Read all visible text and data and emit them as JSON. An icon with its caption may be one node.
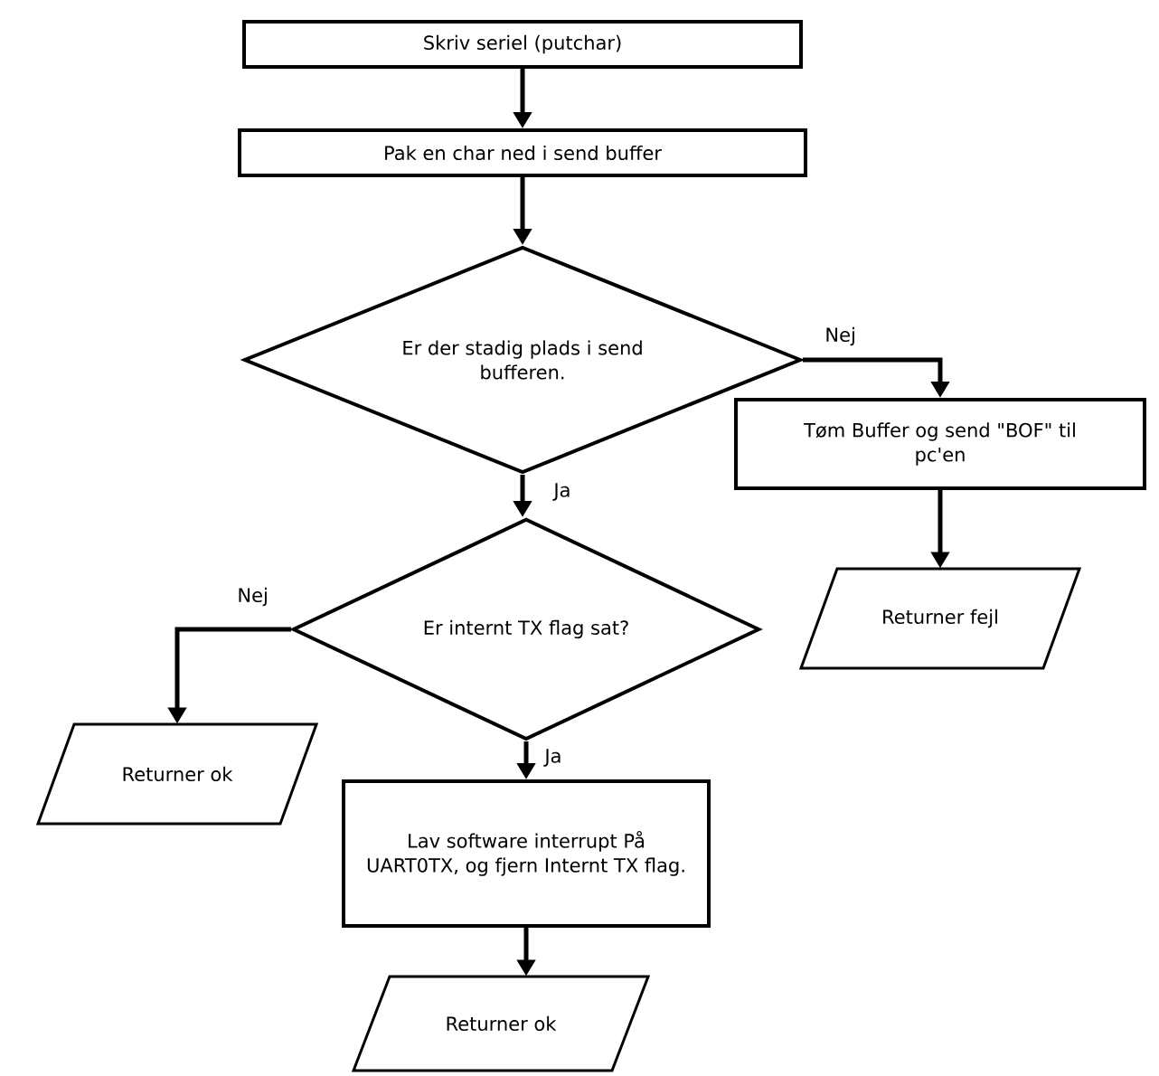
{
  "diagram": {
    "nodes": [
      {
        "text": [
          "Skriv seriel (putchar)"
        ]
      },
      {
        "text": [
          "Pak en char ned i send buffer"
        ]
      },
      {
        "text": [
          "Er der stadig plads i send bufferen."
        ]
      },
      {
        "text": [
          "Tøm Buffer og send \"BOF\" til pc'en"
        ]
      },
      {
        "text": [
          "Returner fejl"
        ]
      },
      {
        "text": [
          "Er internt TX flag sat?"
        ]
      },
      {
        "text": [
          "Returner ok"
        ]
      },
      {
        "text": [
          "Lav software interrupt På UART0TX, og fjern Internt TX flag."
        ]
      },
      {
        "text": [
          "Returner ok"
        ]
      }
    ],
    "edges": [
      {
        "from": 0,
        "to": 1,
        "arrow": "to"
      },
      {
        "from": 1,
        "to": 2,
        "arrow": "to"
      },
      {
        "from": 2,
        "to": 3,
        "arrow": "to",
        "label": "Nej"
      },
      {
        "from": 2,
        "to": 5,
        "arrow": "to",
        "label": "Ja"
      },
      {
        "from": 3,
        "to": 4,
        "arrow": "to"
      },
      {
        "from": 5,
        "to": 6,
        "arrow": "to",
        "label": "Nej"
      },
      {
        "from": 5,
        "to": 7,
        "arrow": "to",
        "label": "Ja"
      },
      {
        "from": 7,
        "to": 8,
        "arrow": "to"
      }
    ]
  }
}
